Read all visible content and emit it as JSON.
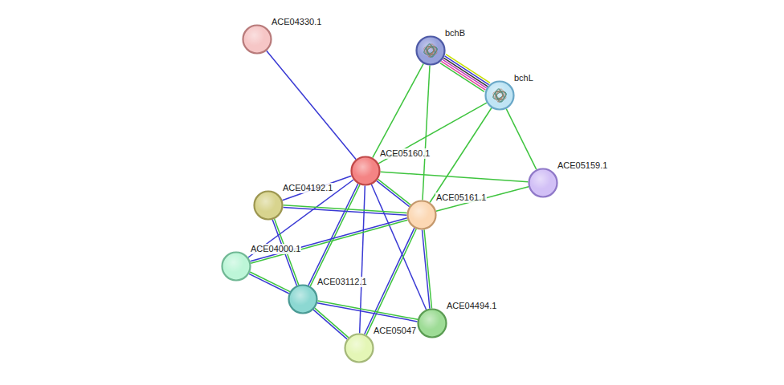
{
  "diagram": {
    "nodes": [
      {
        "text": [
          "ACE04330.1"
        ]
      },
      {
        "text": [
          "bchB"
        ]
      },
      {
        "text": [
          "bchL"
        ]
      },
      {
        "text": [
          "ACE05160.1"
        ]
      },
      {
        "text": [
          "ACE05159.1"
        ]
      },
      {
        "text": [
          "ACE04192.1"
        ]
      },
      {
        "text": [
          "ACE05161.1"
        ]
      },
      {
        "text": [
          "ACE04000.1"
        ]
      },
      {
        "text": [
          "ACE03112.1"
        ]
      },
      {
        "text": [
          "ACE04494.1"
        ]
      },
      {
        "text": [
          "ACE05047"
        ]
      }
    ],
    "edges": [
      {
        "from": 0,
        "to": 3,
        "arrow": "none"
      },
      {
        "from": 1,
        "to": 2,
        "arrow": "none"
      },
      {
        "from": 1,
        "to": 3,
        "arrow": "none"
      },
      {
        "from": 1,
        "to": 6,
        "arrow": "none"
      },
      {
        "from": 2,
        "to": 3,
        "arrow": "none"
      },
      {
        "from": 2,
        "to": 6,
        "arrow": "none"
      },
      {
        "from": 2,
        "to": 4,
        "arrow": "none"
      },
      {
        "from": 3,
        "to": 4,
        "arrow": "none"
      },
      {
        "from": 3,
        "to": 6,
        "arrow": "none"
      },
      {
        "from": 3,
        "to": 5,
        "arrow": "none"
      },
      {
        "from": 3,
        "to": 7,
        "arrow": "none"
      },
      {
        "from": 3,
        "to": 8,
        "arrow": "none"
      },
      {
        "from": 3,
        "to": 10,
        "arrow": "none"
      },
      {
        "from": 3,
        "to": 9,
        "arrow": "none"
      },
      {
        "from": 4,
        "to": 6,
        "arrow": "none"
      },
      {
        "from": 5,
        "to": 6,
        "arrow": "none"
      },
      {
        "from": 5,
        "to": 8,
        "arrow": "none"
      },
      {
        "from": 6,
        "to": 7,
        "arrow": "none"
      },
      {
        "from": 6,
        "to": 10,
        "arrow": "none"
      },
      {
        "from": 6,
        "to": 9,
        "arrow": "none"
      },
      {
        "from": 7,
        "to": 8,
        "arrow": "none"
      },
      {
        "from": 8,
        "to": 10,
        "arrow": "none"
      },
      {
        "from": 8,
        "to": 9,
        "arrow": "none"
      }
    ]
  }
}
